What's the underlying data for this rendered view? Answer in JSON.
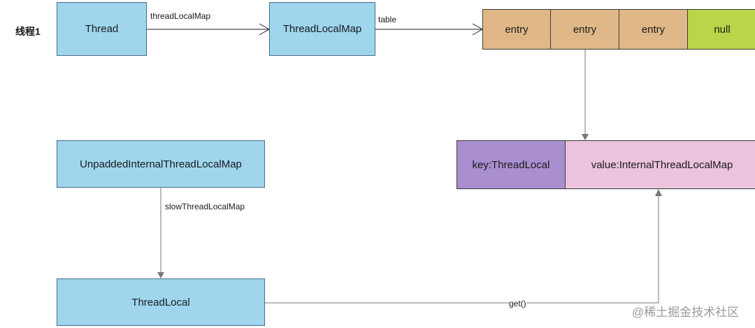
{
  "row_label": "线程1",
  "nodes": {
    "thread": "Thread",
    "thread_local_map": "ThreadLocalMap",
    "entries": [
      "entry",
      "entry",
      "entry",
      "null"
    ],
    "key": "key:ThreadLocal",
    "value": "value:InternalThreadLocalMap",
    "unpadded": "UnpaddedInternalThreadLocalMap",
    "thread_local": "ThreadLocal"
  },
  "edges": {
    "thread_to_map": "threadLocalMap",
    "map_to_table": "table",
    "slow": "slowThreadLocalMap",
    "get": "get()"
  },
  "watermark": "@稀土掘金技术社区"
}
